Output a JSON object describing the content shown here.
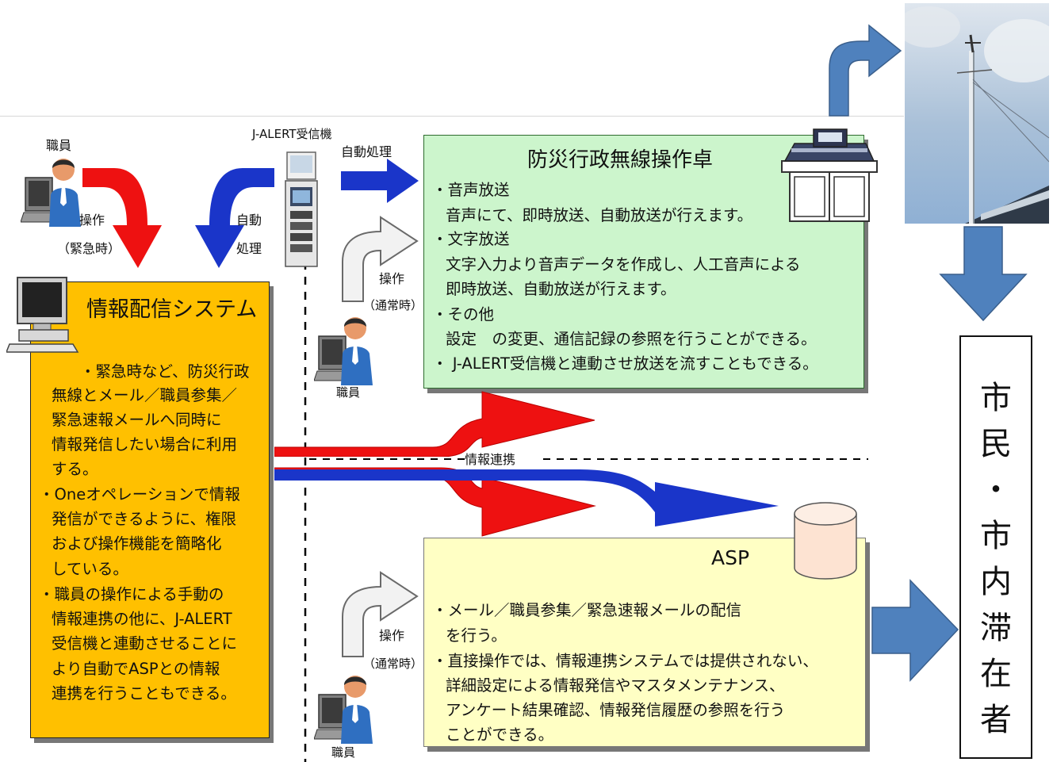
{
  "labels": {
    "staff_top": "職員",
    "operate_emergency_1": "操作",
    "operate_emergency_2": "（緊急時）",
    "auto_left_1": "自動",
    "auto_left_2": "処理",
    "jalert_receiver": "J-ALERT受信機",
    "auto_process": "自動処理",
    "operate_normal_top_1": "操作",
    "operate_normal_top_2": "（通常時）",
    "staff_mid": "職員",
    "info_link": "情報連携",
    "operate_normal_bottom_1": "操作",
    "operate_normal_bottom_2": "（通常時）",
    "staff_bottom": "職員"
  },
  "bousai_box": {
    "title": "防災行政無線操作卓",
    "lines": [
      "・音声放送",
      "音声にて、即時放送、自動放送が行えます。",
      "・文字放送",
      "文字入力より音声データを作成し、人工音声による",
      "即時放送、自動放送が行えます。",
      "・その他",
      "設定　の変更、通信記録の参照を行うことができる。",
      "・ J-ALERT受信機と連動させ放送を流すこともできる。"
    ]
  },
  "system_box": {
    "title": "情報配信システム",
    "lines": [
      "・緊急時など、防災行政",
      "無線とメール／職員参集／",
      "緊急速報メールへ同時に",
      "情報発信したい場合に利用",
      "する。",
      "・Oneオペレーションで情報",
      "発信ができるように、権限",
      "および操作機能を簡略化",
      "している。",
      "・職員の操作による手動の",
      "情報連携の他に、J-ALERT",
      "受信機と連動させることに",
      "より自動でASPとの情報",
      "連携を行うこともできる。"
    ]
  },
  "asp_box": {
    "title": "ASP",
    "lines": [
      "・メール／職員参集／緊急速報メールの配信",
      "を行う。",
      "・直接操作では、情報連携システムでは提供されない、",
      "詳細設定による情報発信やマスタメンテナンス、",
      "アンケート結果確認、情報発信履歴の参照を行う",
      "ことができる。"
    ]
  },
  "citizen": {
    "chars": [
      "市",
      "民",
      "・",
      "市",
      "内",
      "滞",
      "在",
      "者"
    ]
  },
  "colors": {
    "red": "#ee1111",
    "blue": "#1a35c9",
    "steel_blue": "#4f81bd",
    "orange_box": "#ffc000",
    "green_box": "#ccf5cc",
    "yellow_box": "#ffffc4"
  }
}
